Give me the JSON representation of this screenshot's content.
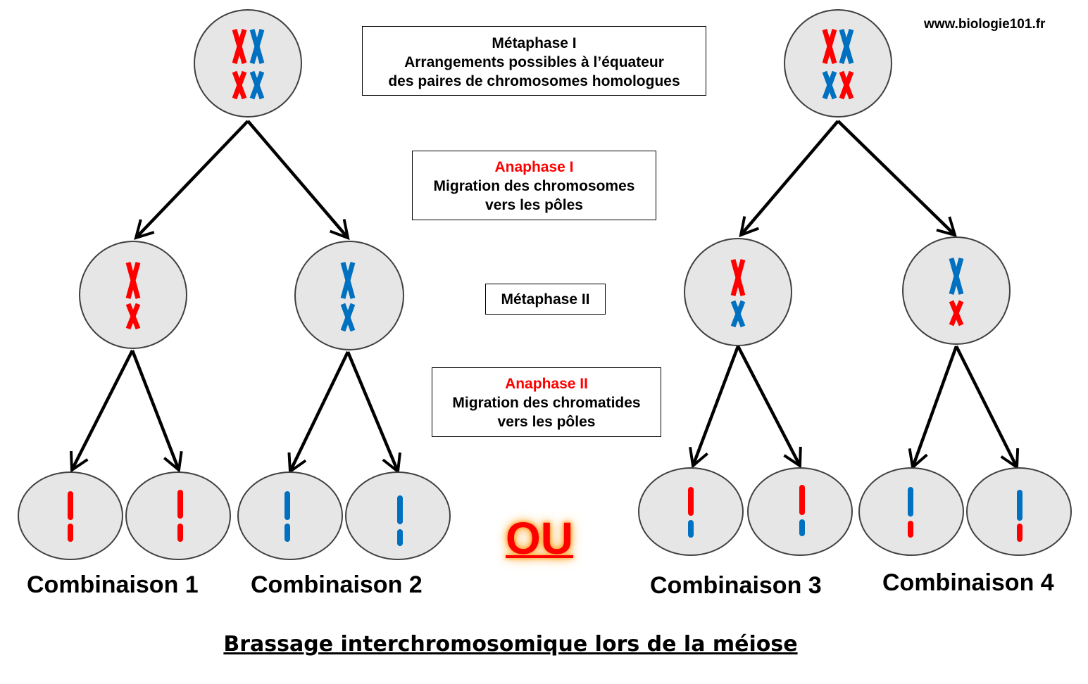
{
  "site_url": "www.biologie101.fr",
  "metaphase1": {
    "title": "Métaphase I",
    "line1": "Arrangements possibles à l’équateur",
    "line2": "des paires de chromosomes homologues"
  },
  "anaphase1": {
    "title": "Anaphase I",
    "line1": "Migration des chromosomes",
    "line2": "vers les pôles"
  },
  "metaphase2": {
    "title": "Métaphase II"
  },
  "anaphase2": {
    "title": "Anaphase II",
    "line1": "Migration des chromatides",
    "line2": "vers les pôles"
  },
  "combinations": [
    "Combinaison 1",
    "Combinaison 2",
    "Combinaison 3",
    "Combinaison 4"
  ],
  "separator": "OU",
  "title": "Brassage interchromosomique lors de la méiose",
  "colors": {
    "paternal": "#ff0000",
    "maternal": "#0070c0",
    "cell_fill": "#e7e6e6",
    "cell_stroke": "#404040"
  }
}
